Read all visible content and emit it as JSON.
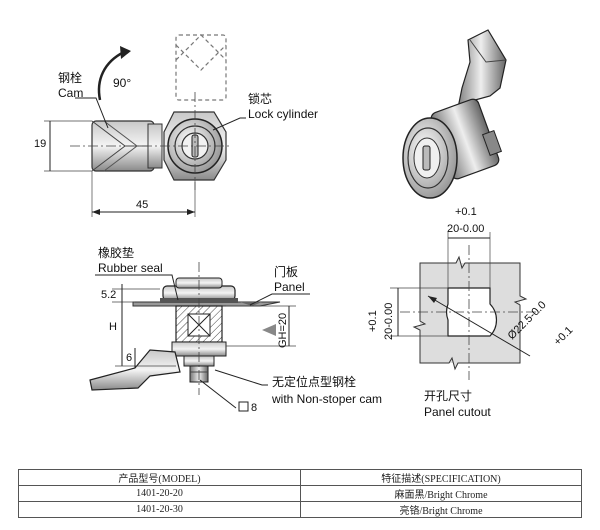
{
  "labels": {
    "cam_cn": "钢栓",
    "cam_en": "Cam",
    "rotation": "90°",
    "lock_cn": "锁芯",
    "lock_en": "Lock cylinder",
    "seal_cn": "橡胶垫",
    "seal_en": "Rubber seal",
    "panel_cn": "门板",
    "panel_en": "Panel",
    "nonstop_cn": "无定位点型钢栓",
    "nonstop_en": "with Non-stoper cam",
    "cutout_cn": "开孔尺寸",
    "cutout_en": "Panel cutout"
  },
  "dimensions": {
    "height_19": "19",
    "length_45": "45",
    "d_5_2": "5.2",
    "d_H": "H",
    "d_6": "6",
    "d_GH": "GH=20",
    "square_8": "8",
    "tol_top": "+0.1",
    "width_top": "20-0.00",
    "tol_left": "+0.1",
    "width_left": "20-0.00",
    "diam": "Ø22.5-0.0",
    "tol_diam": "+0.1"
  },
  "table": {
    "headers": [
      "产品型号(MODEL)",
      "特征描述(SPECIFICATION)"
    ],
    "rows": [
      [
        "1401-20-20",
        "麻面黑/Bright Chrome"
      ],
      [
        "1401-20-30",
        "亮铬/Bright Chrome"
      ]
    ]
  }
}
